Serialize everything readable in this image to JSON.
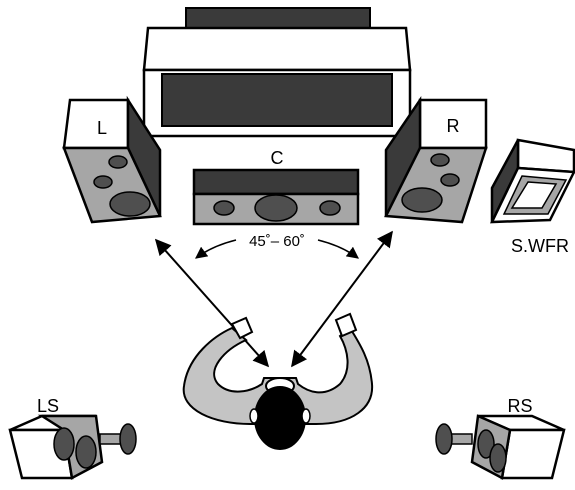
{
  "speakers": {
    "left": {
      "label": "L"
    },
    "center": {
      "label": "C"
    },
    "right": {
      "label": "R"
    },
    "subwoofer": {
      "label": "S.WFR"
    },
    "left_surround": {
      "label": "LS"
    },
    "right_surround": {
      "label": "RS"
    }
  },
  "angle_label": "45˚– 60˚",
  "colors": {
    "face": "#ffffff",
    "side_dark": "#4a4a4a",
    "panel_gray": "#a6a6a6",
    "driver": "#4f4f4f",
    "screen": "#3a3a3a",
    "listener_body": "#c4c4c4",
    "hair": "#000000"
  }
}
